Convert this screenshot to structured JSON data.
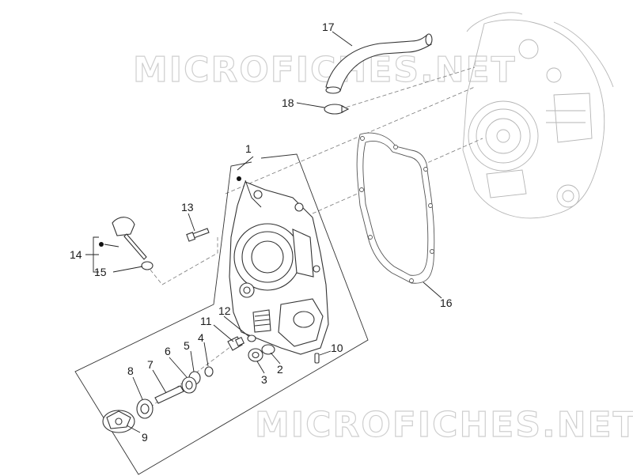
{
  "watermarks": [
    "MICROFICHES.NET",
    "MICROFICHES.NET"
  ],
  "callouts": [
    "1",
    "2",
    "3",
    "4",
    "5",
    "6",
    "7",
    "8",
    "9",
    "10",
    "11",
    "12",
    "13",
    "14",
    "15",
    "16",
    "17",
    "18"
  ],
  "colors": {
    "line": "#333333",
    "engine": "#b5b5b5",
    "watermark": "#cfcfcf"
  }
}
